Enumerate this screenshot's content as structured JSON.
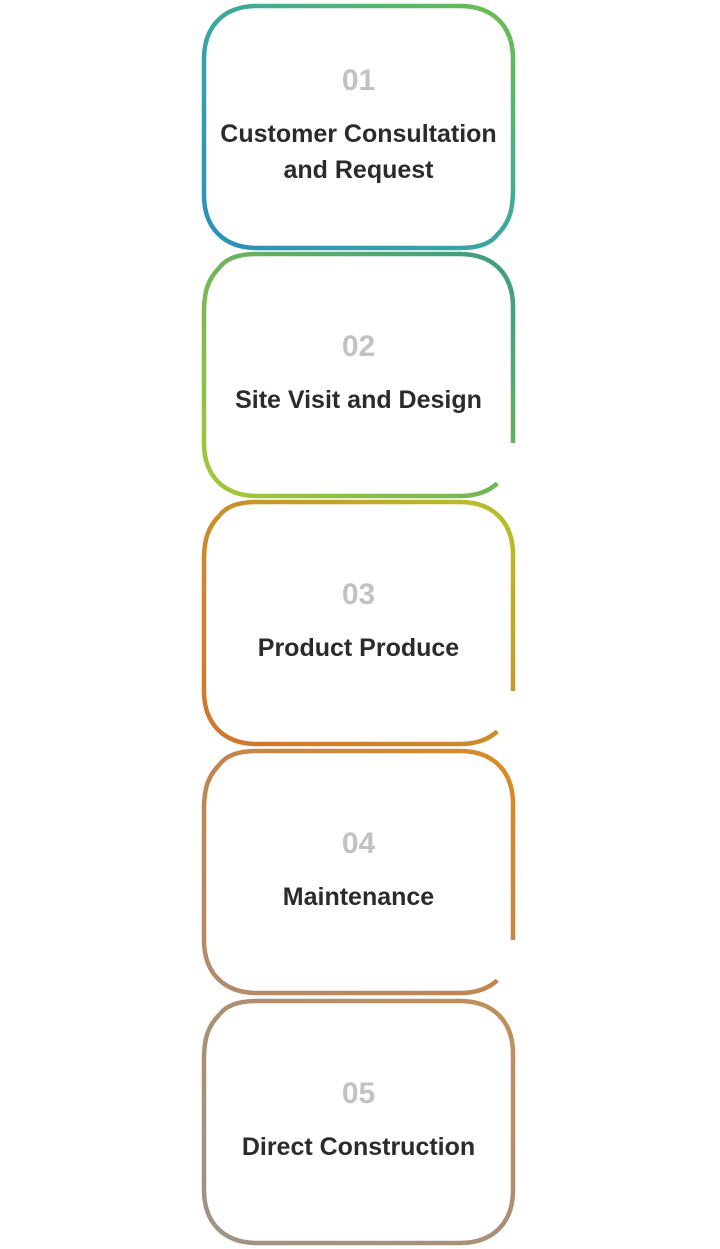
{
  "steps": [
    {
      "number": "01",
      "title": "Customer Consultation and Request",
      "gradient": [
        "#2a8fbe",
        "#3aa8a0",
        "#6cbe4d"
      ]
    },
    {
      "number": "02",
      "title": "Site Visit and Design",
      "gradient": [
        "#3b9a84",
        "#6fb55a",
        "#a7c834"
      ]
    },
    {
      "number": "03",
      "title": "Product Produce",
      "gradient": [
        "#b5c22a",
        "#c98f2a",
        "#d2742f"
      ]
    },
    {
      "number": "04",
      "title": "Maintenance",
      "gradient": [
        "#dc8a24",
        "#c2854d",
        "#b28c6d"
      ]
    },
    {
      "number": "05",
      "title": "Direct Construction",
      "gradient": [
        "#c48f58",
        "#ac8f75",
        "#9c9486"
      ]
    }
  ]
}
